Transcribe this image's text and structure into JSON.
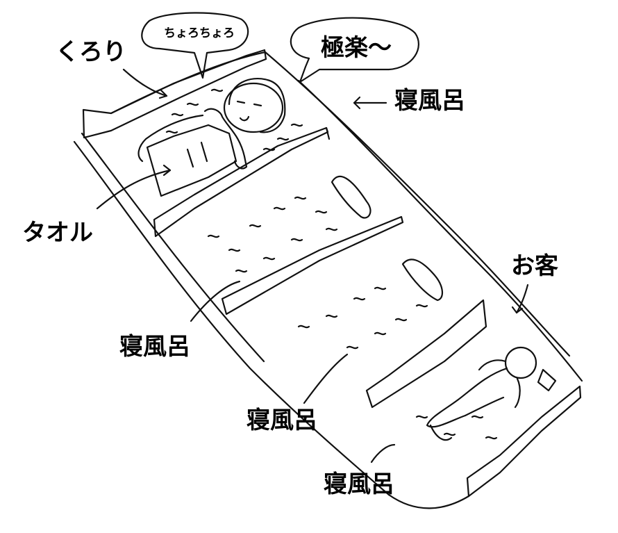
{
  "labels": {
    "kurori": "くろり",
    "speech_small": "ちょろちょろ",
    "speech_big": "極楽〜",
    "bath_top_right": "寝風呂",
    "towel": "タオル",
    "guest": "お客",
    "bath_left": "寝風呂",
    "bath_middle": "寝風呂",
    "bath_bottom": "寝風呂"
  },
  "style": {
    "ink_color": "#111111",
    "background": "#ffffff"
  }
}
